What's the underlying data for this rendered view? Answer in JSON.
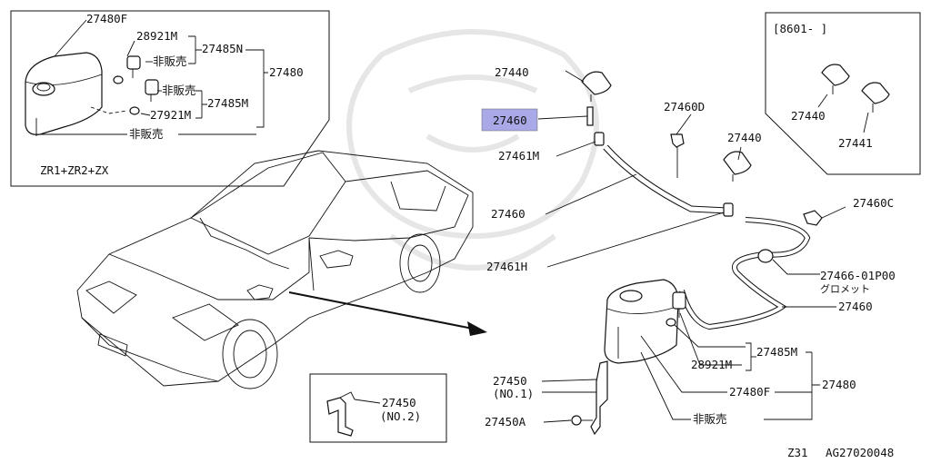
{
  "diagram": {
    "inset_topleft": {
      "p_27480F": "27480F",
      "p_28921M": "28921M",
      "p_27485N": "27485N",
      "p_27480": "27480",
      "not_sold_1": "非販売",
      "not_sold_2": "非販売",
      "p_27921M": "27921M",
      "p_27485M": "27485M",
      "not_sold_3": "非販売",
      "model_note": "ZR1+ZR2+ZX"
    },
    "inset_topright": {
      "date_note": "[8601-   ]",
      "p_27440": "27440",
      "p_27441": "27441"
    },
    "main": {
      "p_27440_top": "27440",
      "p_27460_highlight": "27460",
      "p_27460D": "27460D",
      "p_27461M": "27461M",
      "p_27440_mid": "27440",
      "p_27460_hose": "27460",
      "p_27460C": "27460C",
      "p_27461H": "27461H",
      "p_27466": "27466-01P00",
      "grommet_note": "グロメット",
      "p_27460_lower": "27460",
      "p_27485M": "27485M",
      "p_28921M": "28921M",
      "p_27480": "27480",
      "p_27480F": "27480F",
      "not_sold": "非販売",
      "p_27450": "27450",
      "p_27450_no1": "(NO.1)",
      "p_27450A": "27450A"
    },
    "inset_bottom": {
      "p_27450": "27450",
      "p_27450_no2": "(NO.2)"
    },
    "footer": {
      "model": "Z31",
      "code": "AG27020048"
    },
    "highlight_color": "#a9a9e8"
  }
}
